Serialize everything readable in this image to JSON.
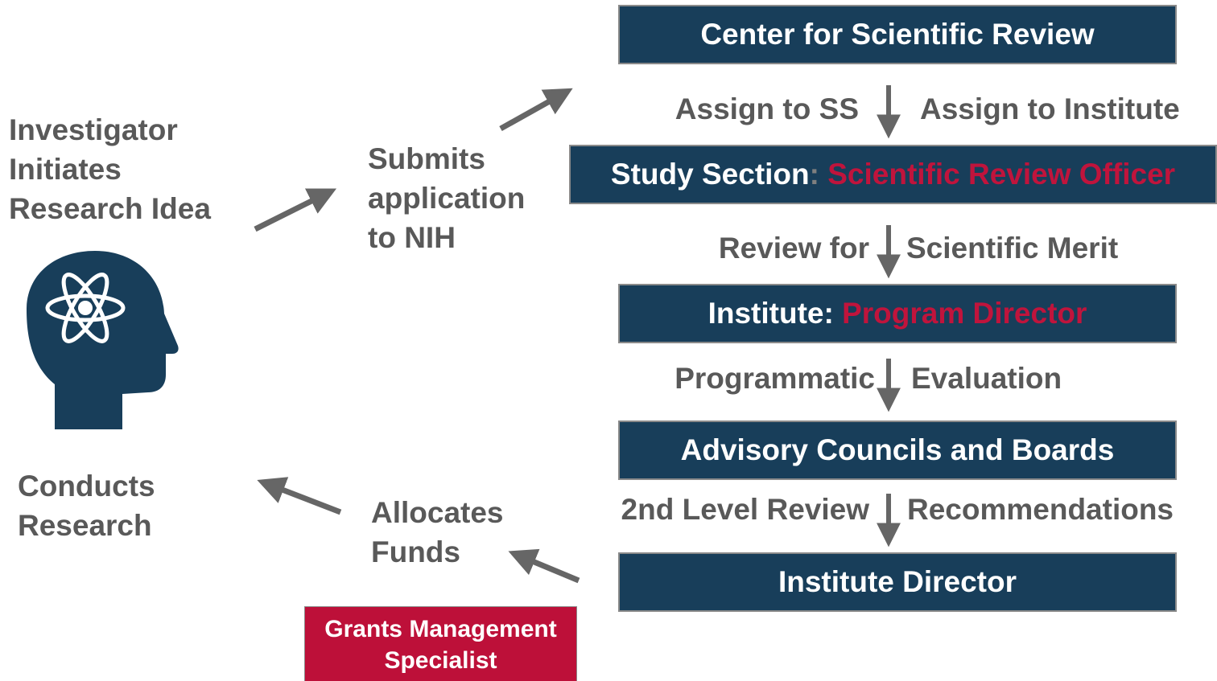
{
  "investigator": {
    "line1": "Investigator",
    "line2": "Initiates",
    "line3": "Research Idea"
  },
  "submits": {
    "line1": "Submits",
    "line2": "application",
    "line3": "to NIH"
  },
  "conducts": {
    "line1": "Conducts",
    "line2": "Research"
  },
  "allocates": {
    "line1": "Allocates",
    "line2": "Funds"
  },
  "grants_management": {
    "line1": "Grants Management",
    "line2": "Specialist"
  },
  "boxes": {
    "csr": "Center for Scientific Review",
    "study_section": {
      "prefix": "Study Section",
      "separator": ":",
      "role": "Scientific Review Officer"
    },
    "institute": {
      "prefix": "Institute: ",
      "role": "Program Director"
    },
    "councils": "Advisory Councils and Boards",
    "director": "Institute Director"
  },
  "steps": {
    "assign_ss": "Assign to SS",
    "assign_institute": "Assign to Institute",
    "review_for": "Review for",
    "scientific_merit": "Scientific Merit",
    "programmatic": "Programmatic",
    "evaluation": "Evaluation",
    "second_level": "2nd Level Review",
    "recommendations": "Recommendations"
  },
  "colors": {
    "box_fill": "#183e5a",
    "accent_red": "#c0143c",
    "gms_fill": "#bd1039",
    "text_gray": "#595959",
    "arrow_gray": "#666666"
  },
  "icons": {
    "head": "head-with-atom-icon"
  }
}
